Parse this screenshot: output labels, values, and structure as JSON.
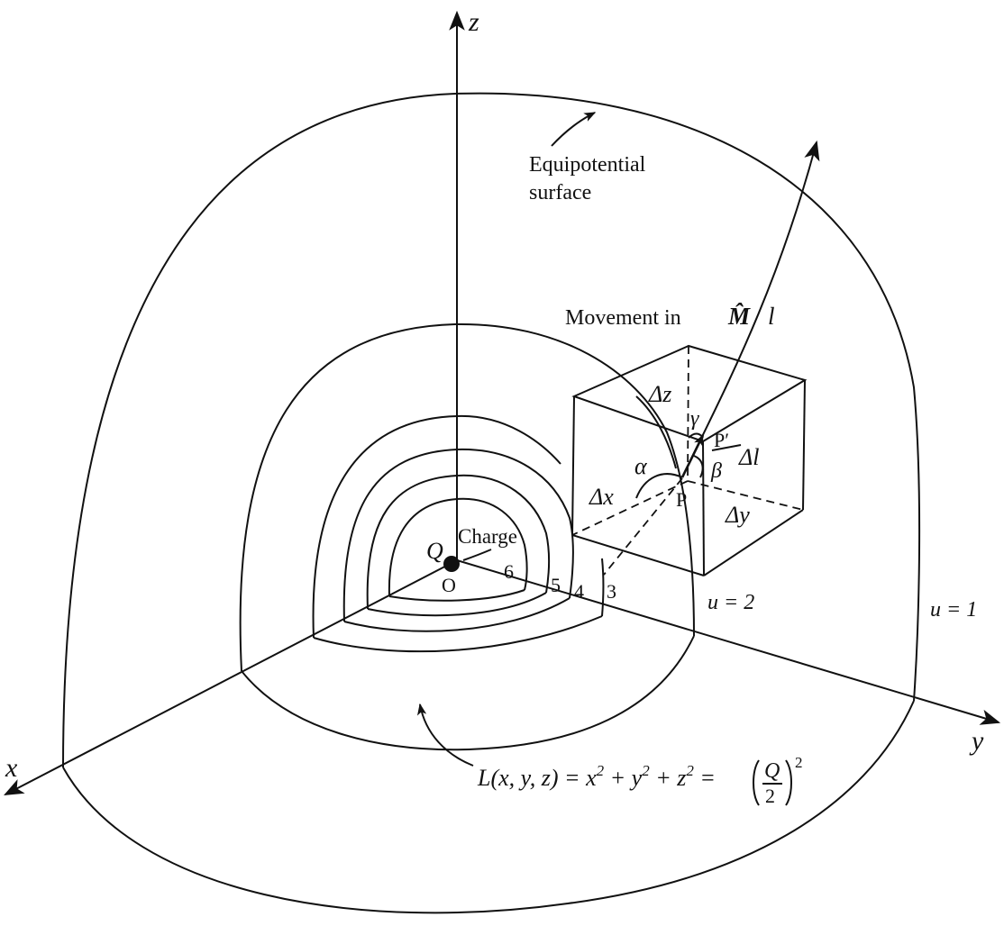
{
  "labels": {
    "axis_z": "z",
    "axis_x": "x",
    "axis_y": "y",
    "equipotential_line1": "Equipotential",
    "equipotential_line2": "surface",
    "movement_text": "Movement in",
    "movement_vector": "M̂",
    "movement_l": "l",
    "delta_z": "Δz",
    "delta_x": "Δx",
    "delta_y": "Δy",
    "delta_l": "Δl",
    "alpha": "α",
    "beta": "β",
    "gamma": "γ",
    "point_p": "P",
    "point_p_prime": "P′",
    "charge": "Charge",
    "charge_q": "Q",
    "origin": "O",
    "level_6": "6",
    "level_5": "5",
    "level_4": "4",
    "level_3": "3",
    "u2_text": "u = 2",
    "u1_text": "u = 1",
    "equation_lhs": "L(x, y, z) = x",
    "equation_sup1": "2",
    "equation_plus_y": " + y",
    "equation_sup2": "2",
    "equation_plus_z": " + z",
    "equation_sup3": "2",
    "equation_eq": " = ",
    "equation_q": "Q",
    "equation_2": "2",
    "equation_sup_outer": "2"
  },
  "colors": {
    "ink": "#111111",
    "background": "#ffffff"
  }
}
